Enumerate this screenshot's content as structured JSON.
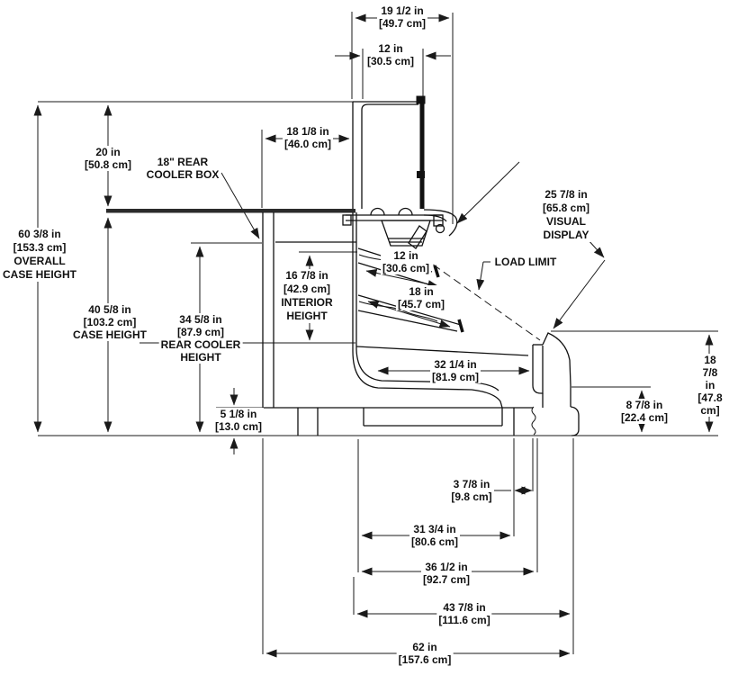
{
  "drawing_title": "Refrigerated display case cross-section dimension drawing",
  "line_color": "#1a1a1a",
  "labels": {
    "dim_19_5": "19 1/2 in\n[49.7 cm]",
    "dim_12_top": "12 in\n[30.5 cm]",
    "dim_18_1_8": "18 1/8 in\n[46.0 cm]",
    "dim_20": "20 in\n[50.8 cm]",
    "rear_cooler_box": "18\" REAR\nCOOLER BOX",
    "dim_60_3_8": "60 3/8 in\n[153.3 cm]\nOVERALL\nCASE HEIGHT",
    "dim_40_5_8": "40 5/8 in\n[103.2 cm]\nCASE HEIGHT",
    "dim_34_5_8": "34 5/8 in\n[87.9 cm]\nREAR COOLER\nHEIGHT",
    "dim_16_7_8": "16 7/8 in\n[42.9 cm]\nINTERIOR\nHEIGHT",
    "dim_12_shelf": "12 in\n[30.6 cm]",
    "dim_18_shelf": "18 in\n[45.7 cm]",
    "load_limit": "LOAD LIMIT",
    "dim_25_7_8": "25 7/8 in\n[65.8 cm]\nVISUAL\nDISPLAY",
    "dim_32_1_4": "32 1/4 in\n[81.9 cm]",
    "dim_5_1_8": "5 1/8 in\n[13.0 cm]",
    "dim_18_7_8": "18 7/8 in\n[47.8 cm]",
    "dim_8_7_8": "8 7/8 in\n[22.4 cm]",
    "dim_3_7_8": "3 7/8 in\n[9.8 cm]",
    "dim_31_3_4": "31 3/4 in\n[80.6 cm]",
    "dim_36_1_2": "36 1/2 in\n[92.7 cm]",
    "dim_43_7_8": "43 7/8 in\n[111.6 cm]",
    "dim_62": "62 in\n[157.6 cm]"
  }
}
